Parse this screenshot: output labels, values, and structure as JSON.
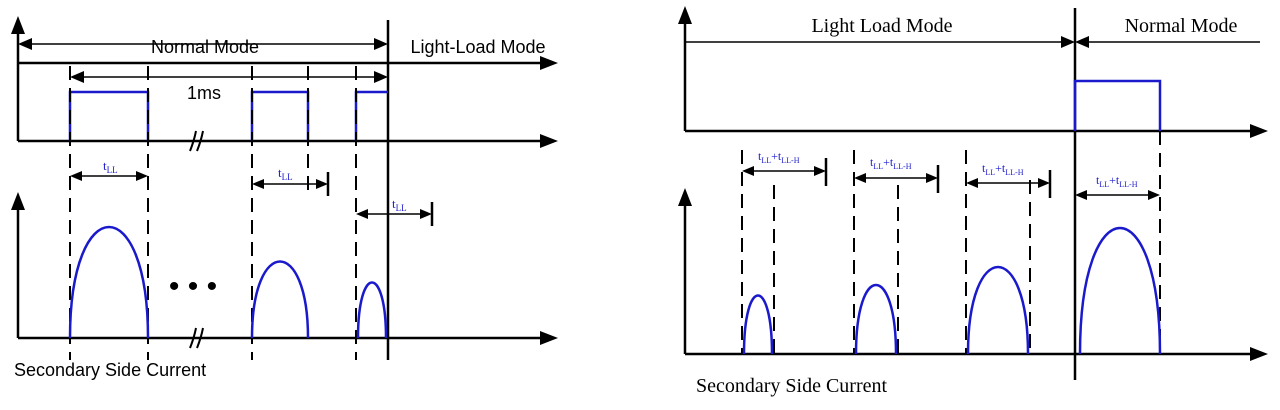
{
  "left_diagram": {
    "normal_mode_label": "Normal Mode",
    "light_load_mode_label": "Light-Load Mode",
    "period_label": "1ms",
    "t_ll_labels": [
      {
        "base": "t",
        "sub": "LL"
      },
      {
        "base": "t",
        "sub": "LL"
      },
      {
        "base": "t",
        "sub": "LL"
      }
    ],
    "ellipsis": "• • •",
    "current_label": "Secondary Side Current"
  },
  "right_diagram": {
    "light_load_mode_label": "Light Load Mode",
    "normal_mode_label": "Normal Mode",
    "t_labels": [
      {
        "a": "t",
        "a_sub": "LL",
        "plus": "+",
        "b": "t",
        "b_sub": "LL-H"
      },
      {
        "a": "t",
        "a_sub": "LL",
        "plus": "+",
        "b": "t",
        "b_sub": "LL-H"
      },
      {
        "a": "t",
        "a_sub": "LL",
        "plus": "+",
        "b": "t",
        "b_sub": "LL-H"
      },
      {
        "a": "t",
        "a_sub": "LL",
        "plus": "+",
        "b": "t",
        "b_sub": "LL-H"
      }
    ],
    "current_label": "Secondary Side Current"
  },
  "colors": {
    "line": "#000000",
    "wave": "#1a1acc",
    "label_blue": "#1a1acc"
  }
}
